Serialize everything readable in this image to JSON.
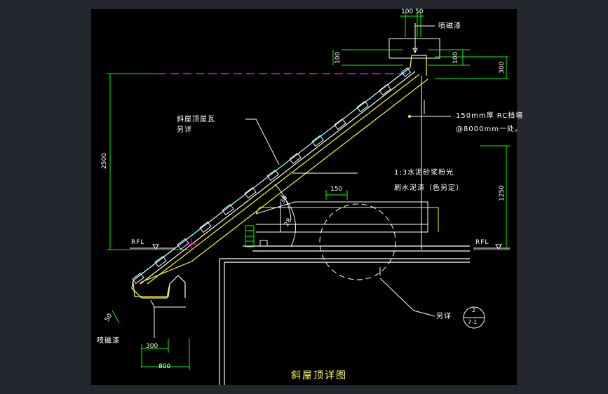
{
  "labels": {
    "spray_paint_top": "喷磁漆",
    "spray_paint_bottom": "喷磁漆",
    "roof_tile_1": "斜屋顶屋瓦",
    "roof_tile_2": "另详",
    "rc_wall_1": "150mm厚 RC挡墙",
    "rc_wall_2": "@8000mm一处。",
    "mortar_1": "1:3水泥砂浆粉光",
    "mortar_2": "刷水泥漆（色另定）",
    "detail_ref": "另详",
    "rfl_left": "RFL",
    "rfl_right": "RFL",
    "callout_top": "2",
    "callout_bottom": "7-1",
    "title": "斜屋顶详图"
  },
  "dimensions": {
    "top_100": "100",
    "top_50": "50",
    "left_100": "100",
    "right_100": "100",
    "right_300": "300",
    "height_2500": "2500",
    "height_1250": "1250",
    "width_150": "150",
    "bottom_300": "300",
    "bottom_800": "800",
    "small_50": "50",
    "angle_30": "30",
    "angle_28": "28"
  },
  "colors": {
    "background": "#000000",
    "frame": "#23272d",
    "line_main": "#ffffff",
    "line_accent": "#ffff00",
    "line_cyan": "#00ffff",
    "line_green": "#00ff00",
    "line_magenta": "#ff00ff",
    "title": "#ffff55"
  }
}
